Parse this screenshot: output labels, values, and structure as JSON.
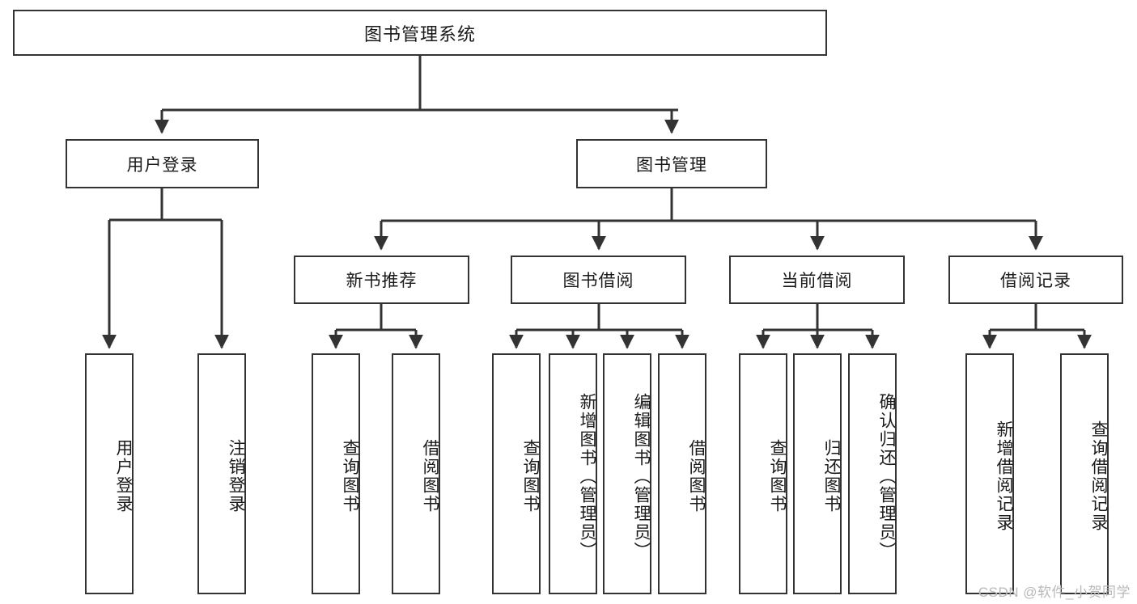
{
  "diagram": {
    "title": "图书管理系统",
    "type": "tree-hierarchy",
    "stroke_color": "#333333",
    "background_color": "#ffffff",
    "watermark": "CSDN @软件_小贺同学",
    "root": {
      "id": "root",
      "label": "图书管理系统"
    },
    "level2": [
      {
        "id": "user-login",
        "label": "用户登录"
      },
      {
        "id": "book-manage",
        "label": "图书管理"
      }
    ],
    "level3": [
      {
        "id": "new-book-recommend",
        "label": "新书推荐",
        "parent": "book-manage"
      },
      {
        "id": "book-borrow",
        "label": "图书借阅",
        "parent": "book-manage"
      },
      {
        "id": "current-borrow",
        "label": "当前借阅",
        "parent": "book-manage"
      },
      {
        "id": "borrow-record",
        "label": "借阅记录",
        "parent": "book-manage"
      }
    ],
    "leaves": [
      {
        "id": "leaf-user-login",
        "label": "用户登录",
        "parent": "user-login"
      },
      {
        "id": "leaf-logout-login",
        "label": "注销登录",
        "parent": "user-login"
      },
      {
        "id": "leaf-query-book-1",
        "label": "查询图书",
        "parent": "new-book-recommend"
      },
      {
        "id": "leaf-borrow-book-1",
        "label": "借阅图书",
        "parent": "new-book-recommend"
      },
      {
        "id": "leaf-query-book-2",
        "label": "查询图书",
        "parent": "book-borrow"
      },
      {
        "id": "leaf-add-book",
        "label": "新增图书（管理员）",
        "parent": "book-borrow"
      },
      {
        "id": "leaf-edit-book",
        "label": "编辑图书（管理员）",
        "parent": "book-borrow"
      },
      {
        "id": "leaf-borrow-book-2",
        "label": "借阅图书",
        "parent": "book-borrow"
      },
      {
        "id": "leaf-query-book-3",
        "label": "查询图书",
        "parent": "current-borrow"
      },
      {
        "id": "leaf-return-book",
        "label": "归还图书",
        "parent": "current-borrow"
      },
      {
        "id": "leaf-confirm-return",
        "label": "确认归还（管理员）",
        "parent": "current-borrow"
      },
      {
        "id": "leaf-add-record",
        "label": "新增借阅记录",
        "parent": "borrow-record"
      },
      {
        "id": "leaf-query-record",
        "label": "查询借阅记录",
        "parent": "borrow-record"
      }
    ]
  }
}
